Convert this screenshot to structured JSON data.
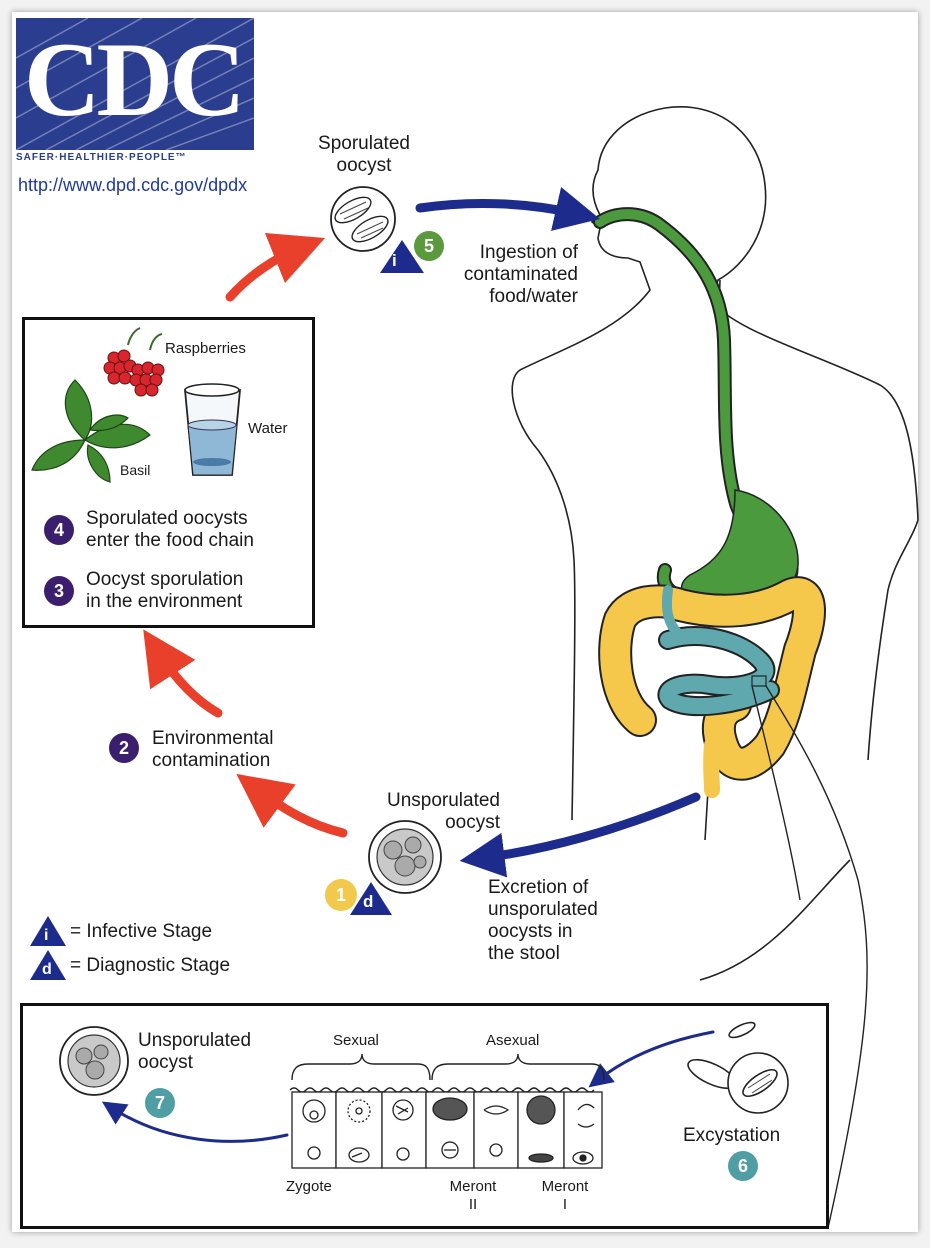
{
  "logo": {
    "text": "CDC",
    "tagline": "SAFER·HEALTHIER·PEOPLE™",
    "url": "http://www.dpd.cdc.gov/dpdx"
  },
  "colors": {
    "red_arrow": "#e8402a",
    "blue_arrow": "#1d2b8c",
    "purple_badge": "#3b1f6e",
    "green_badge": "#5a9a3c",
    "yellow_badge": "#f2c94c",
    "teal_badge": "#4e9ea3",
    "gut_green": "#4c9a3e",
    "colon_yellow": "#f5c84c",
    "intestine_teal": "#5fa8ad"
  },
  "stages": {
    "s1": {
      "number": "1"
    },
    "s2": {
      "number": "2",
      "line1": "Environmental",
      "line2": "contamination"
    },
    "s3": {
      "number": "3",
      "line1": "Oocyst sporulation",
      "line2": "in the environment"
    },
    "s4": {
      "number": "4",
      "line1": "Sporulated oocysts",
      "line2": "enter the food chain"
    },
    "s5": {
      "number": "5",
      "line1": "Ingestion of",
      "line2": "contaminated",
      "line3": "food/water"
    },
    "s6": {
      "number": "6",
      "label": "Excystation"
    },
    "s7": {
      "number": "7",
      "line1": "Unsporulated",
      "line2": "oocyst"
    }
  },
  "labels": {
    "sporulated_line1": "Sporulated",
    "sporulated_line2": "oocyst",
    "unsporulated_line1": "Unsporulated",
    "unsporulated_line2": "oocyst",
    "excretion_lines": [
      "Excretion of",
      "unsporulated",
      "oocysts in",
      "the stool"
    ],
    "raspberries": "Raspberries",
    "water": "Water",
    "basil": "Basil",
    "sexual": "Sexual",
    "asexual": "Asexual",
    "zygote": "Zygote",
    "meront2_line1": "Meront",
    "meront2_line2": "II",
    "meront1_line1": "Meront",
    "meront1_line2": "I"
  },
  "legend": {
    "infective_symbol": "i",
    "infective_label": "= Infective Stage",
    "diagnostic_symbol": "d",
    "diagnostic_label": "= Diagnostic Stage"
  }
}
